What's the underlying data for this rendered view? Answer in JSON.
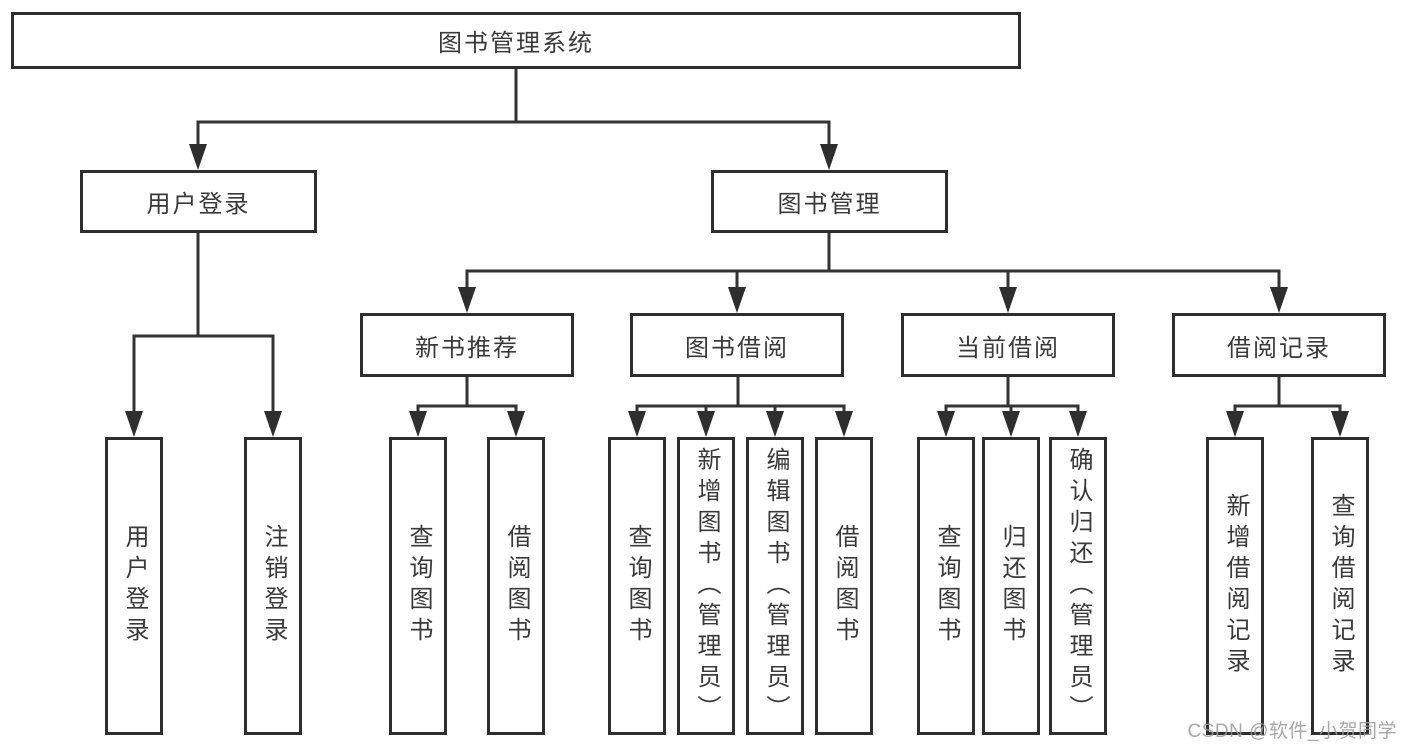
{
  "diagram_title": "图书管理系统",
  "nodes": {
    "root": "图书管理系统",
    "l2": [
      "用户登录",
      "图书管理"
    ],
    "l3": [
      "新书推荐",
      "图书借阅",
      "当前借阅",
      "借阅记录"
    ],
    "leaves": [
      "用户登录",
      "注销登录",
      "查询图书",
      "借阅图书",
      "查询图书",
      "新增图书（管理员）",
      "编辑图书（管理员）",
      "借阅图书",
      "查询图书",
      "归还图书",
      "确认归还（管理员）",
      "新增借阅记录",
      "查询借阅记录"
    ]
  },
  "hierarchy": {
    "图书管理系统": [
      "用户登录",
      "图书管理"
    ],
    "用户登录": [
      "用户登录",
      "注销登录"
    ],
    "图书管理": [
      "新书推荐",
      "图书借阅",
      "当前借阅",
      "借阅记录"
    ],
    "新书推荐": [
      "查询图书",
      "借阅图书"
    ],
    "图书借阅": [
      "查询图书",
      "新增图书（管理员）",
      "编辑图书（管理员）",
      "借阅图书"
    ],
    "当前借阅": [
      "查询图书",
      "归还图书",
      "确认归还（管理员）"
    ],
    "借阅记录": [
      "新增借阅记录",
      "查询借阅记录"
    ]
  },
  "watermark": "CSDN @软件_小贺同学",
  "colors": {
    "line": "#333333",
    "border": "#2e2e2e",
    "text": "#3a3a3a",
    "background": "#ffffff",
    "watermark": "#999999"
  }
}
